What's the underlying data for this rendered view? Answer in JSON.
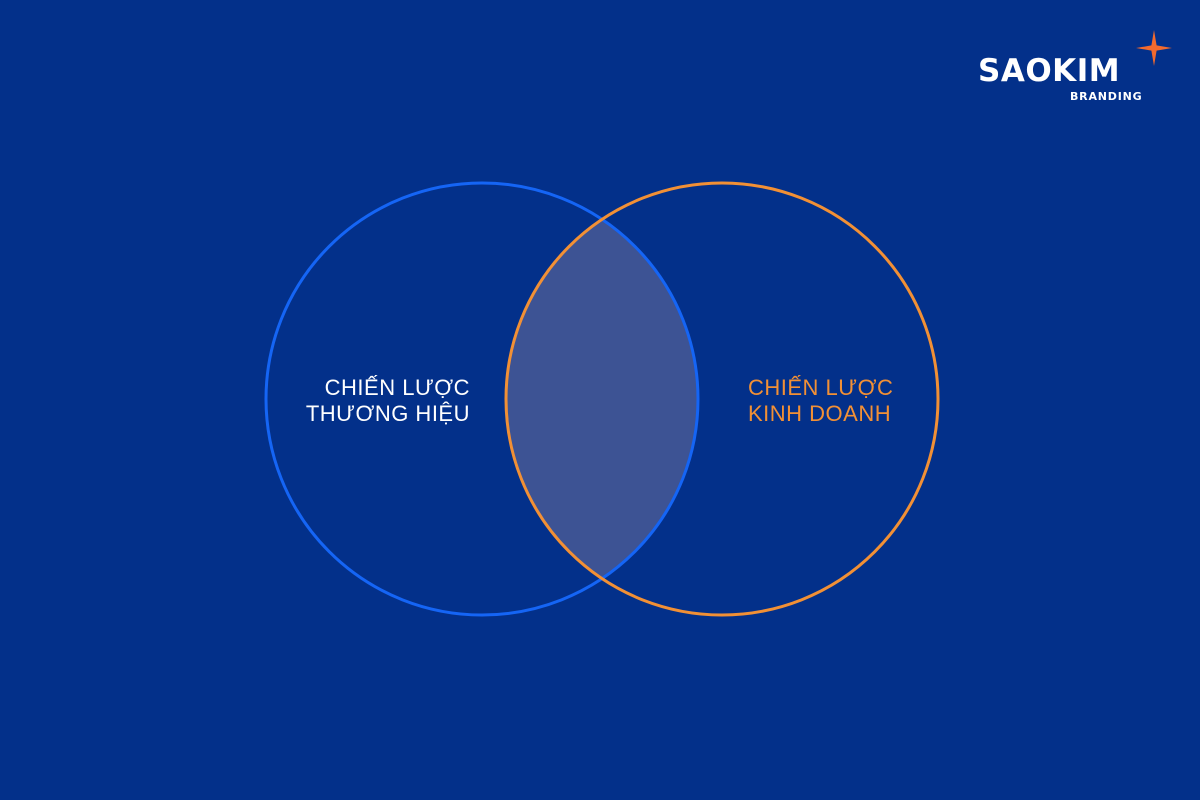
{
  "colors": {
    "background": "#03308a",
    "brand_circle": "#1565f5",
    "business_circle": "#f29035",
    "overlap_fill": "#3d5394",
    "brand_text": "#ffffff",
    "business_text": "#f29035",
    "logo_star": "#f26a2e"
  },
  "logo": {
    "wordmark": "SAOKIM",
    "subtitle": "BRANDING",
    "icon": "four-point-star-icon"
  },
  "venn": {
    "left": {
      "line1": "CHIẾN LƯỢC",
      "line2": "THƯƠNG HIỆU"
    },
    "right": {
      "line1": "CHIẾN LƯỢC",
      "line2": "KINH DOANH"
    }
  }
}
